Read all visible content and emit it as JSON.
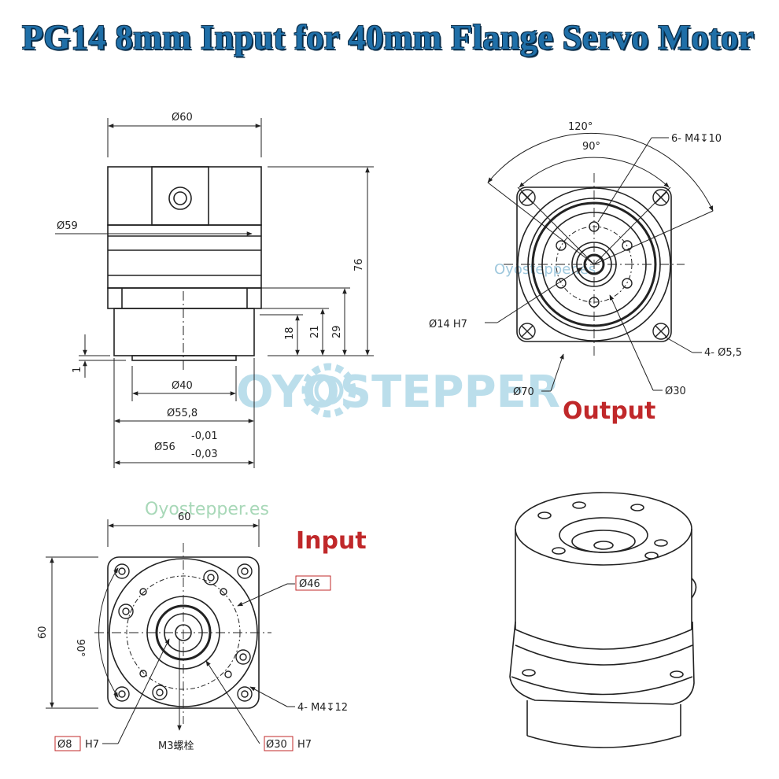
{
  "title": "PG14 8mm Input for 40mm Flange Servo Motor",
  "watermarks": {
    "brand_logo": "OYOSTEPPER",
    "site_small_1": "Oyostepper.es",
    "site_small_2": "Oyostepper.es"
  },
  "side_view": {
    "dia_top": "Ø60",
    "dia_59": "Ø59",
    "height_76": "76",
    "height_29": "29",
    "height_21": "21",
    "height_18": "18",
    "small_1": "1",
    "dia_40": "Ø40",
    "dia_55_8": "Ø55,8",
    "dia_56": "Ø56",
    "tol_upper": "-0,01",
    "tol_lower": "-0,03"
  },
  "output_view": {
    "label": "Output",
    "angle_120": "120°",
    "angle_90": "90°",
    "holes": "6- M4↧10",
    "bore": "Ø14  H7",
    "corner_holes": "4- Ø5,5",
    "dia_70": "Ø70",
    "dia_30": "Ø30"
  },
  "input_view": {
    "label": "Input",
    "width_60": "60",
    "height_60": "60",
    "angle_90": "90°",
    "dia_46": "Ø46",
    "holes": "4- M4↧12",
    "bore_dia": "Ø8",
    "bore_tol": "H7",
    "bolt": "M3螺栓",
    "pilot_dia": "Ø30",
    "pilot_tol": "H7"
  }
}
